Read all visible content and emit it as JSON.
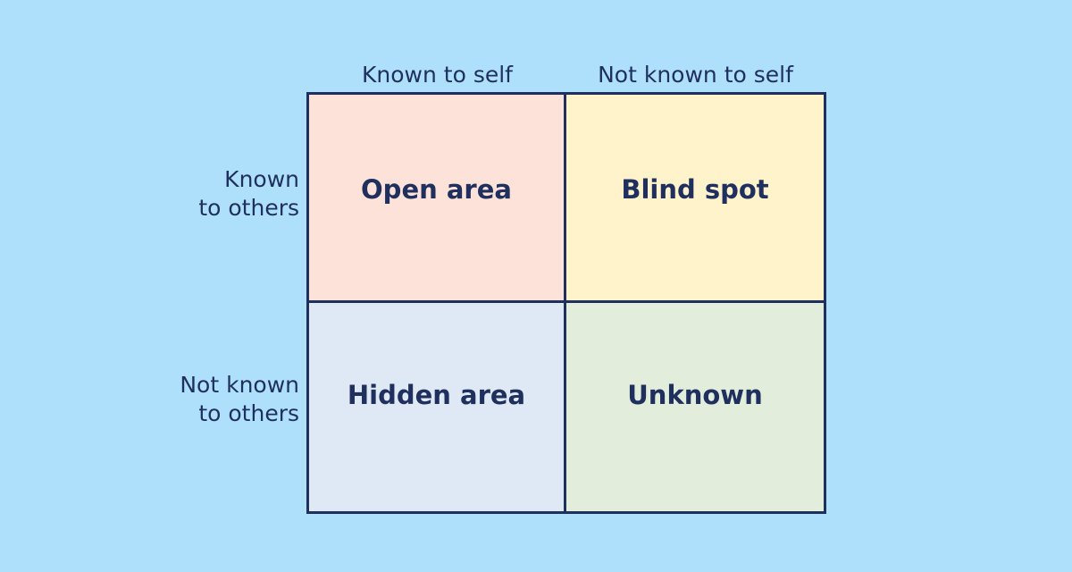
{
  "columns": [
    "Known to self",
    "Not known to self"
  ],
  "rows": [
    "Known\nto others",
    "Not known\nto others"
  ],
  "quadrants": [
    {
      "label": "Open area",
      "color": "#fde2d9"
    },
    {
      "label": "Blind spot",
      "color": "#fff3cc"
    },
    {
      "label": "Hidden area",
      "color": "#dfe9f5"
    },
    {
      "label": "Unknown",
      "color": "#e2eedb"
    }
  ],
  "colors": {
    "background": "#aee0fb",
    "ink": "#1f2f5e"
  }
}
